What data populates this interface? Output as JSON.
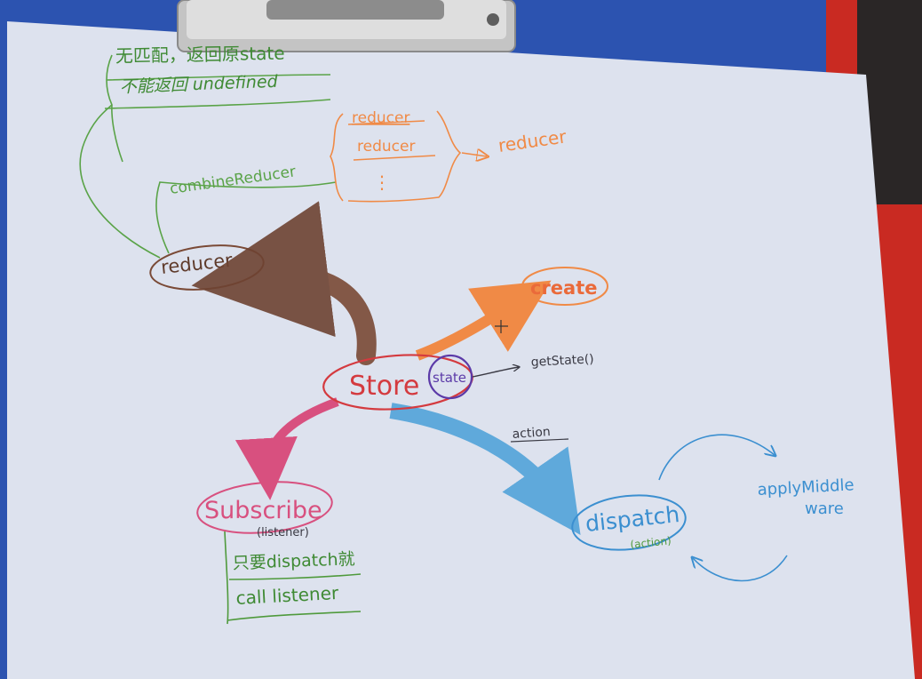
{
  "colors": {
    "board_blue": "#2f56b8",
    "board_red": "#d8251f",
    "paper": "#dfe4ef",
    "green": "#4f9a3c",
    "orange": "#f0894a",
    "brown": "#7a4a36",
    "red": "#d43a3f",
    "pink": "#d84f83",
    "purple": "#5b3aa8",
    "blue": "#3b8fd0",
    "ink": "#3a3a44"
  },
  "store": {
    "label": "Store",
    "state_label": "state"
  },
  "getstate": {
    "label": "getState()"
  },
  "create": {
    "label": "create"
  },
  "reducer": {
    "label": "reducer",
    "rule1": "无匹配，返回原state",
    "rule2": "不能返回 undefined"
  },
  "combine": {
    "label": "combineReducer",
    "items": [
      "reducer",
      "reducer",
      "⋮"
    ],
    "result": "reducer"
  },
  "subscribe": {
    "label": "Subscribe",
    "param": "(listener)",
    "note1": "只要dispatch就",
    "note2": "call listener"
  },
  "dispatch": {
    "label": "dispatch",
    "param": "(action)",
    "arrow_label": "action"
  },
  "middleware": {
    "line1": "applyMiddle",
    "line2": "ware"
  },
  "icons": {
    "clip": "clipboard-clip-icon",
    "cursor": "crosshair-cursor-icon"
  }
}
